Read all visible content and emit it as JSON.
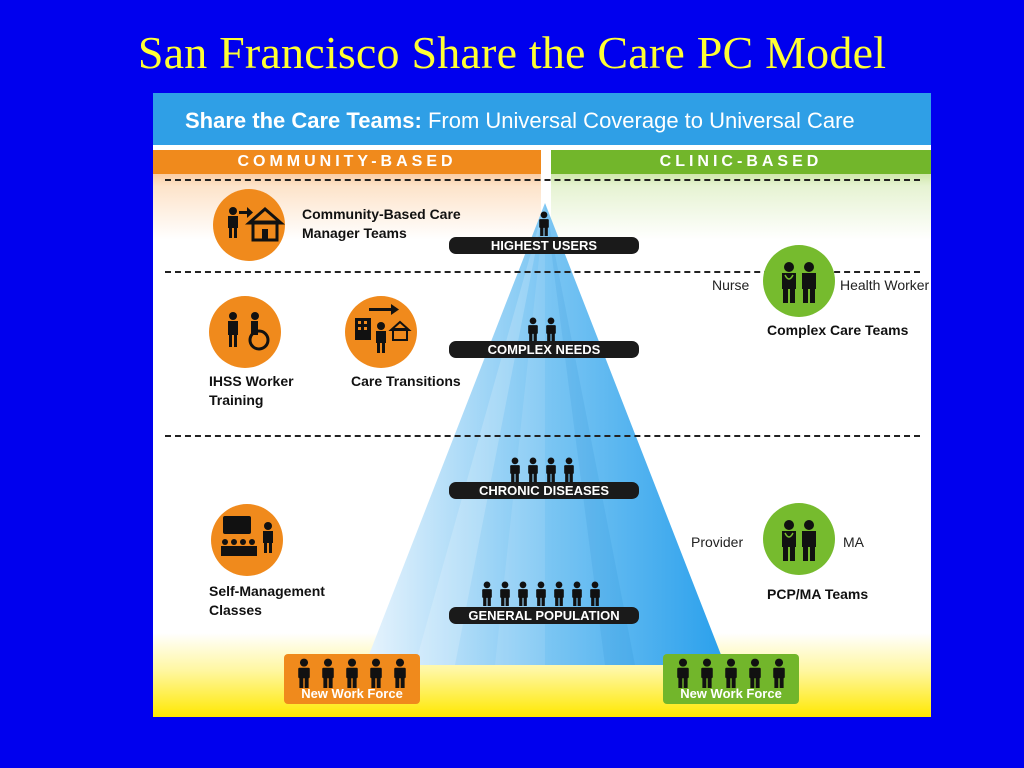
{
  "title": "San Francisco Share the Care PC Model",
  "banner": {
    "bold": "Share the Care Teams:",
    "rest": "From Universal Coverage to Universal Care"
  },
  "columns": {
    "left": "COMMUNITY-BASED",
    "right": "CLINIC-BASED"
  },
  "pyramid_levels": [
    {
      "label": "HIGHEST USERS",
      "people": 1
    },
    {
      "label": "COMPLEX NEEDS",
      "people": 2
    },
    {
      "label": "CHRONIC DISEASES",
      "people": 4
    },
    {
      "label": "GENERAL POPULATION",
      "people": 7
    }
  ],
  "community": {
    "care_manager": "Community-Based Care Manager Teams",
    "ihss": "IHSS Worker Training",
    "transitions": "Care Transitions",
    "self_mgmt": "Self-Management Classes"
  },
  "clinic": {
    "complex": {
      "left": "Nurse",
      "right": "Health Worker",
      "team": "Complex Care Teams"
    },
    "pcp": {
      "left": "Provider",
      "right": "MA",
      "team": "PCP/MA Teams"
    }
  },
  "workforce": {
    "left": "New Work Force",
    "right": "New Work Force",
    "people": 5
  },
  "colors": {
    "orange": "#f08a1c",
    "green": "#72b62b",
    "banner": "#2f9fe6",
    "pyramid": "#3aa8ee",
    "title": "#ffff33"
  }
}
